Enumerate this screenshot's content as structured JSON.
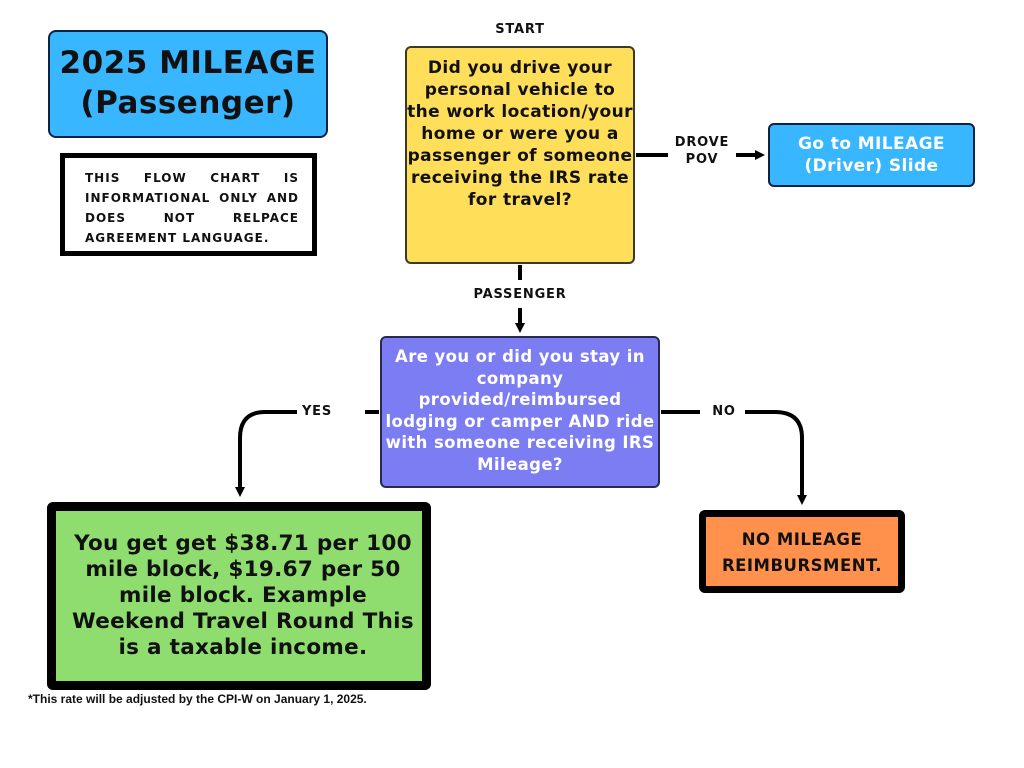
{
  "title": {
    "line1": "2025 MILEAGE",
    "line2": "(Passenger)"
  },
  "disclaimer": "THIS FLOW CHART IS INFORMATIONAL ONLY AND DOES NOT RELPACE AGREEMENT LANGUAGE.",
  "start_label": "START",
  "question1": "Did you drive your personal vehicle to the work location/your home or were you a passenger of someone receiving the IRS rate for travel?",
  "drove_label": {
    "line1": "DROVE",
    "line2": "POV"
  },
  "driver_box": "Go to MILEAGE (Driver) Slide",
  "passenger_label": "PASSENGER",
  "question2": "Are you or did you stay in company provided/reimbursed lodging or camper AND ride with someone receiving IRS Mileage?",
  "yes_label": "YES",
  "no_label": "NO",
  "yes_outcome": "You get get $38.71 per 100 mile block, $19.67 per 50 mile block. Example Weekend Travel Round This is a taxable income.",
  "no_outcome": "NO MILEAGE REIMBURSMENT.",
  "footnote": "*This rate will be adjusted by the CPI-W on January 1, 2025."
}
